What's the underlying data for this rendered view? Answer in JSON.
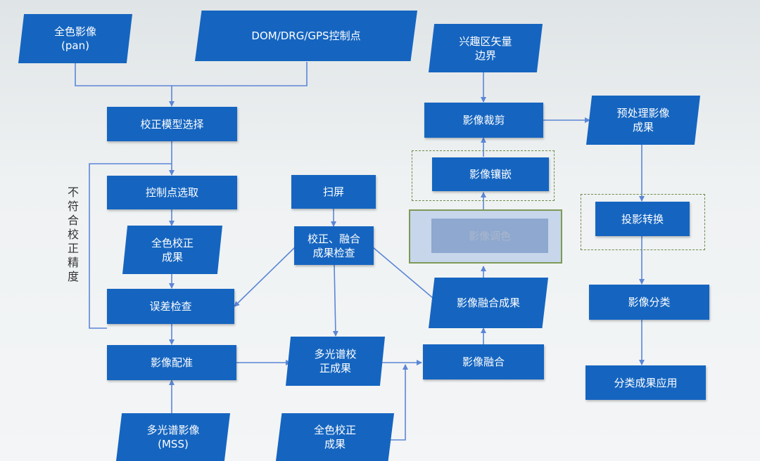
{
  "colors": {
    "node_fill": "#1565c0",
    "node_text": "#ffffff",
    "connector": "#5b86d6",
    "dashed_border": "#6c8a4a"
  },
  "side_label": "不符合校正精度",
  "nodes": {
    "pan_image": "全色影像\n(pan)",
    "control_source": "DOM/DRG/GPS控制点",
    "aoi_boundary": "兴趣区矢量\n边界",
    "model_select": "校正模型选择",
    "image_clip": "影像裁剪",
    "preprocess_result": "预处理影像\n成果",
    "gcp_select": "控制点选取",
    "mosaic": "影像镶嵌",
    "scan": "扫屏",
    "reprojection": "投影转换",
    "color_balance": "影像调色",
    "pan_ortho_result": "全色校正\n成果",
    "qc_check": "校正、融合\n成果检查",
    "error_check": "误差检查",
    "fusion_result": "影像融合成果",
    "classification": "影像分类",
    "registration": "影像配准",
    "ms_ortho_result": "多光谱校\n正成果",
    "fusion": "影像融合",
    "class_application": "分类成果应用",
    "ms_image": "多光谱影像\n(MSS)",
    "pan_ortho_result_2": "全色校正\n成果"
  }
}
